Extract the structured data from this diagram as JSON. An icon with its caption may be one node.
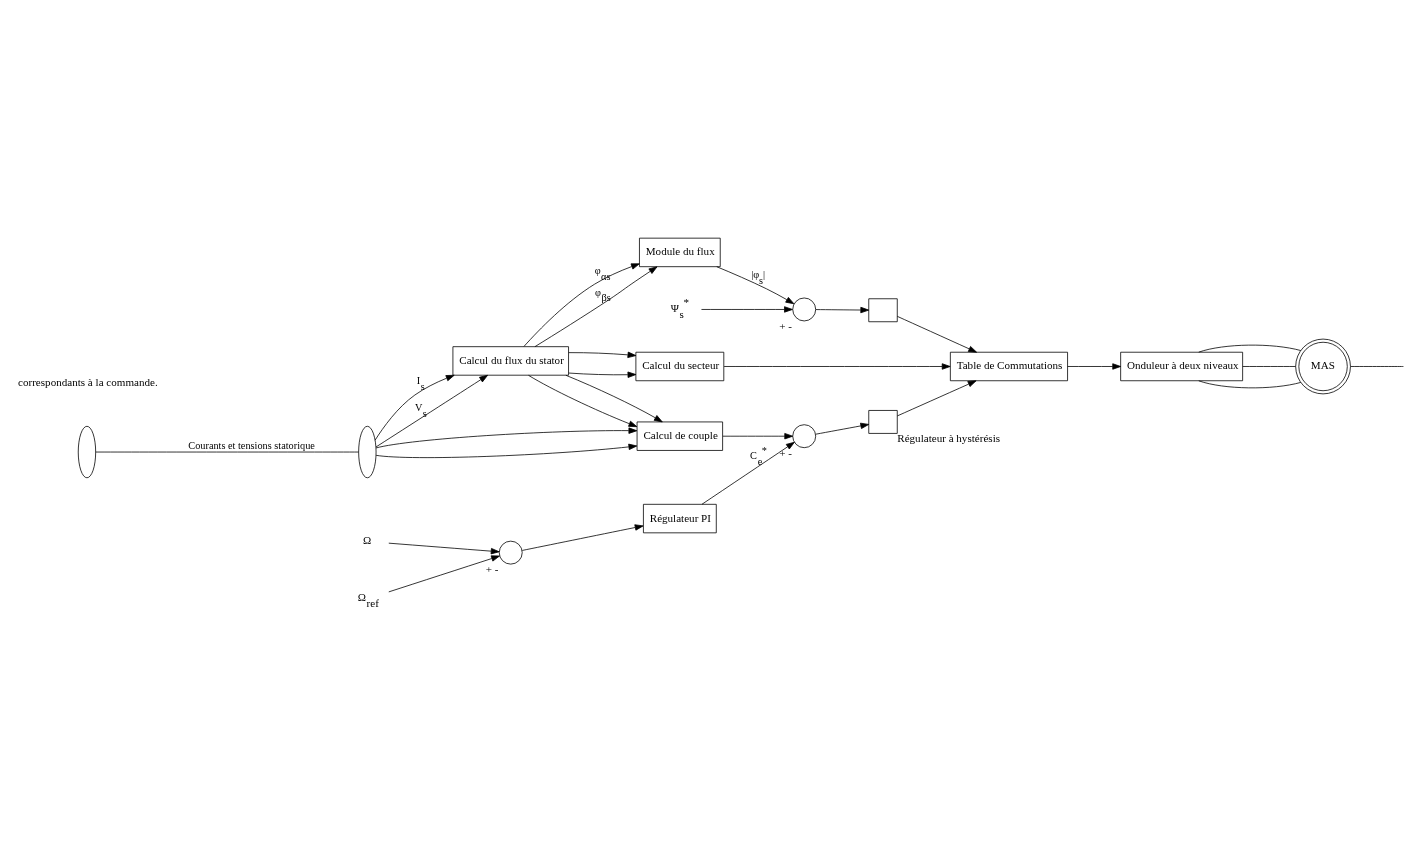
{
  "diagram": {
    "nodes": [
      {
        "text": [
          "Calcul du flux du stator"
        ]
      },
      {
        "text": [
          "Calcul du secteur"
        ]
      },
      {
        "text": [
          "Table de Commutations"
        ]
      },
      {
        "text": [
          "Onduleur à deux niveaux"
        ]
      },
      {
        "text": [
          "MAS"
        ]
      },
      {
        "text": [
          "Module du flux"
        ]
      },
      {
        "text": [],
        "shape": "circle",
        "beside": [
          "+",
          "-"
        ]
      },
      {
        "text": [],
        "shape": "box"
      },
      {
        "text": [
          "Calcul de couple"
        ]
      },
      {
        "text": [],
        "shape": "circle",
        "beside": [
          "+",
          "-"
        ]
      },
      {
        "text": [],
        "shape": "box",
        "beside": [
          "Régulateur à hystérésis"
        ]
      },
      {
        "text": [],
        "shape": "circle",
        "beside": [
          "+",
          "-"
        ]
      },
      {
        "text": [
          "Régulateur PI"
        ]
      },
      {
        "text": [],
        "shape": "ellipse"
      },
      {
        "text": [],
        "shape": "ellipse"
      },
      {
        "text": [
          "Ψ$_{s}$$^{*}$"
        ]
      },
      {
        "text": [
          "Ω$_{ref}$"
        ]
      },
      {
        "text": [
          "Ω"
        ]
      }
    ],
    "edges": [
      {
        "from": 0,
        "to": 5,
        "arrow": "to",
        "label": "φ$_{αs}$"
      },
      {
        "from": 0,
        "to": 5,
        "arrow": "to",
        "label": "φ$_{βs}$"
      },
      {
        "from": 0,
        "to": 1,
        "arrow": "to"
      },
      {
        "from": 0,
        "to": 1,
        "arrow": "to"
      },
      {
        "from": 0,
        "to": 8,
        "arrow": "to"
      },
      {
        "from": 0,
        "to": 8,
        "arrow": "to"
      },
      {
        "from": 1,
        "to": 2,
        "arrow": "to"
      },
      {
        "from": 5,
        "to": 6,
        "arrow": "to",
        "label": "|φ$_{s}$|"
      },
      {
        "from": 15,
        "to": 6,
        "arrow": "to"
      },
      {
        "from": 6,
        "to": 7,
        "arrow": "to"
      },
      {
        "from": 7,
        "to": 2,
        "arrow": "to"
      },
      {
        "from": 8,
        "to": 9,
        "arrow": "to"
      },
      {
        "from": 9,
        "to": 10,
        "arrow": "to"
      },
      {
        "from": 10,
        "to": 2,
        "arrow": "to"
      },
      {
        "from": 2,
        "to": 3,
        "arrow": "to"
      },
      {
        "from": 3,
        "to": 4,
        "arrow": "none"
      },
      {
        "from": 3,
        "to": 4,
        "arrow": "none"
      },
      {
        "from": 3,
        "to": 4,
        "arrow": "none"
      },
      {
        "from": 13,
        "to": 14,
        "arrow": "none",
        "label": "Courants et tensions statorique"
      },
      {
        "from": 14,
        "to": 0,
        "arrow": "to",
        "label": "I$_{s}$"
      },
      {
        "from": 14,
        "to": 0,
        "arrow": "to",
        "label": "V$_{s}$"
      },
      {
        "from": 14,
        "to": 8,
        "arrow": "to"
      },
      {
        "from": 14,
        "to": 8,
        "arrow": "to"
      },
      {
        "from": 16,
        "to": 11,
        "arrow": "to"
      },
      {
        "from": 17,
        "to": 11,
        "arrow": "to"
      },
      {
        "from": 11,
        "to": 12,
        "arrow": "to"
      },
      {
        "from": 12,
        "to": 9,
        "arrow": "to",
        "label": "C$_{e}$$^{*}$"
      },
      {
        "from": 4,
        "to": null,
        "arrow": "none"
      }
    ],
    "labels": [
      "correspondants à la commande."
    ]
  }
}
